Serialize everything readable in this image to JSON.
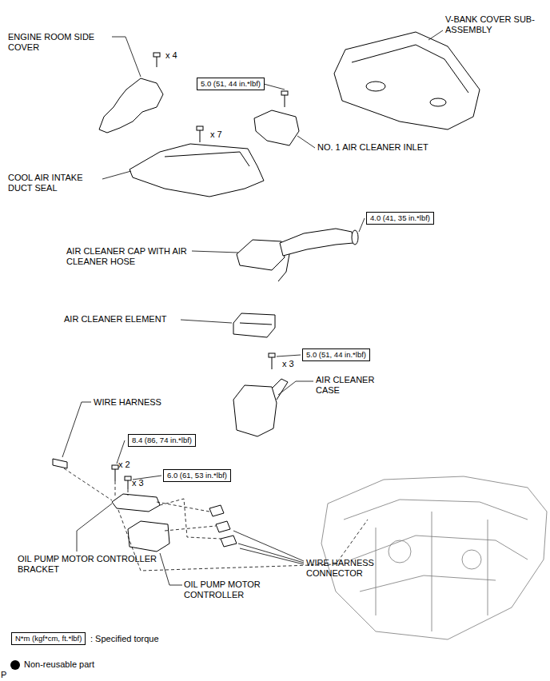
{
  "diagram": {
    "nodes": [
      {
        "text": [
          "5.0 (51, 44 in.*lbf)"
        ]
      },
      {
        "text": [
          "4.0 (41, 35 in.*lbf)"
        ]
      },
      {
        "text": [
          "5.0 (51, 44 in.*lbf)"
        ]
      },
      {
        "text": [
          "8.4 (86, 74 in.*lbf)"
        ]
      },
      {
        "text": [
          "6.0 (61, 53 in.*lbf)"
        ]
      },
      {
        "text": [
          "N*m (kgf*cm, ft.*lbf)"
        ]
      }
    ],
    "labels": [
      "ENGINE ROOM SIDE COVER",
      "x 4",
      "V-BANK COVER SUB-ASSEMBLY",
      "x 7",
      "NO. 1 AIR CLEANER INLET",
      "COOL AIR INTAKE DUCT SEAL",
      "AIR CLEANER CAP WITH AIR CLEANER HOSE",
      "AIR CLEANER ELEMENT",
      "x 3",
      "AIR CLEANER CASE",
      "WIRE HARNESS",
      "x 2",
      "x 3",
      "OIL PUMP MOTOR CONTROLLER BRACKET",
      "OIL PUMP MOTOR CONTROLLER",
      "WIRE HARNESS CONNECTOR",
      "P"
    ],
    "legend": [
      {
        "text": ": Specified torque"
      },
      {
        "text": "Non-reusable part"
      }
    ]
  }
}
